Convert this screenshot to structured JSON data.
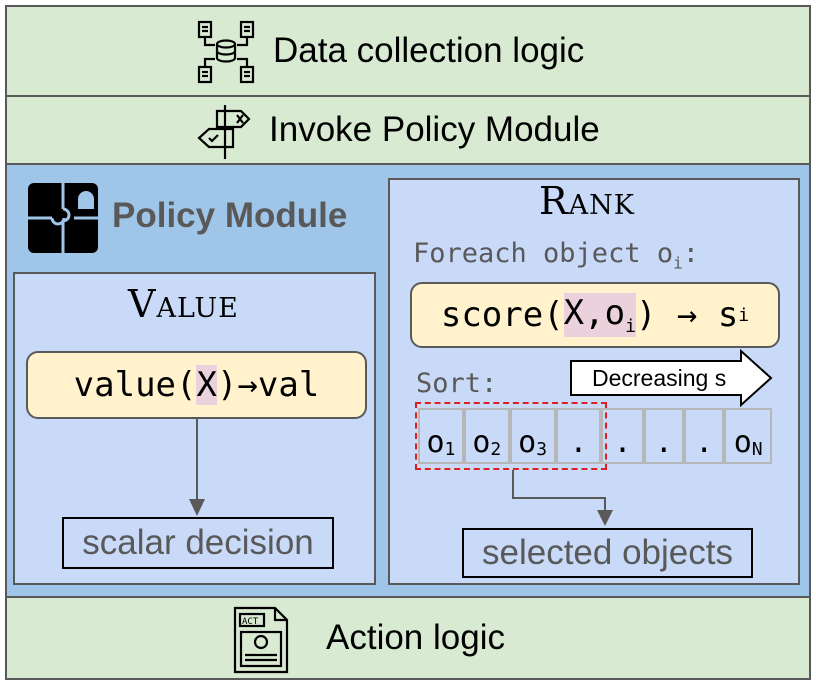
{
  "top": {
    "label": "Data collection logic",
    "icon": "database-network-icon"
  },
  "invoke": {
    "label": "Invoke Policy Module",
    "icon": "signpost-icon"
  },
  "policy": {
    "title": "Policy Module",
    "icon": "puzzle-icon"
  },
  "value": {
    "title": "Value",
    "code_prefix": "value(",
    "code_var": "X",
    "code_suffix": ")→val",
    "output": "scalar decision"
  },
  "rank": {
    "title": "Rank",
    "foreach_label": "Foreach object o",
    "foreach_sub": "i",
    "foreach_colon": ":",
    "score_prefix": "score(",
    "score_var": "X,o",
    "score_var_sub": "i",
    "score_suffix": ") → s",
    "score_suffix_sub": "i",
    "sort_label": "Sort:",
    "arrow_label": "Decreasing s",
    "cells": [
      {
        "main": "o",
        "sub": "1"
      },
      {
        "main": "o",
        "sub": "2"
      },
      {
        "main": "o",
        "sub": "3"
      },
      {
        "main": ".",
        "sub": ""
      },
      {
        "main": ".",
        "sub": ""
      },
      {
        "main": ".",
        "sub": ""
      },
      {
        "main": ".",
        "sub": ""
      },
      {
        "main": "o",
        "sub": "N"
      }
    ],
    "output": "selected objects"
  },
  "bottom": {
    "label": "Action logic",
    "icon": "act-document-icon"
  },
  "colors": {
    "band_green": "#d9ead3",
    "outer_blue": "#9fc5e8",
    "panel_blue": "#c9daf8",
    "code_yellow": "#fff2cc",
    "highlight_pink": "#ead1dc",
    "selection_red": "#e02020"
  }
}
